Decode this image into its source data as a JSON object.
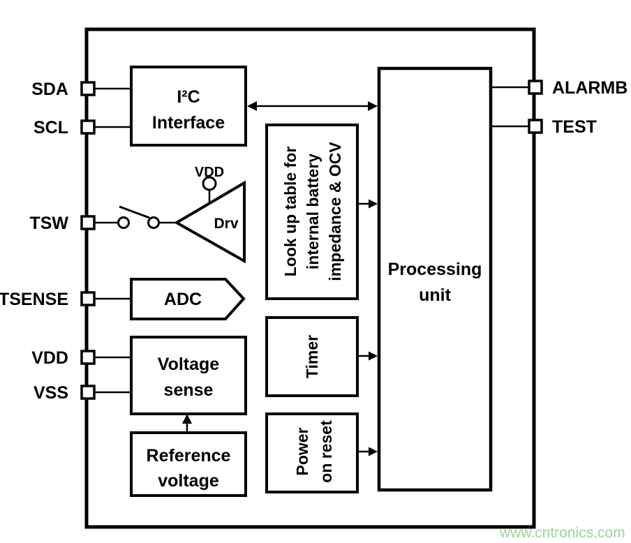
{
  "diagram": {
    "title_hint": "battery monitor IC block diagram",
    "colors": {
      "line": "#000000",
      "background": "#ffffff",
      "watermark": "#9cd39c"
    },
    "pins_left": [
      {
        "label": "SDA"
      },
      {
        "label": "SCL"
      },
      {
        "label": "TSW"
      },
      {
        "label": "TSENSE"
      },
      {
        "label": "VDD"
      },
      {
        "label": "VSS"
      }
    ],
    "pins_right": [
      {
        "label": "ALARMB"
      },
      {
        "label": "TEST"
      }
    ],
    "blocks": {
      "i2c": {
        "line1": "I²C",
        "line2": "Interface"
      },
      "driver": {
        "label": "Drv",
        "supply": "VDD"
      },
      "adc": {
        "label": "ADC"
      },
      "voltage_sense": {
        "line1": "Voltage",
        "line2": "sense"
      },
      "reference_voltage": {
        "line1": "Reference",
        "line2": "voltage"
      },
      "lookup_table": {
        "line1": "Look up table for",
        "line2": "internal battery",
        "line3": "impedance & OCV"
      },
      "timer": {
        "label": "Timer"
      },
      "power_on_reset": {
        "line1": "Power",
        "line2": "on reset"
      },
      "processing_unit": {
        "line1": "Processing",
        "line2": "unit"
      }
    },
    "watermark": {
      "text": "www.cntronics.com",
      "color": "#9cd39c"
    }
  }
}
